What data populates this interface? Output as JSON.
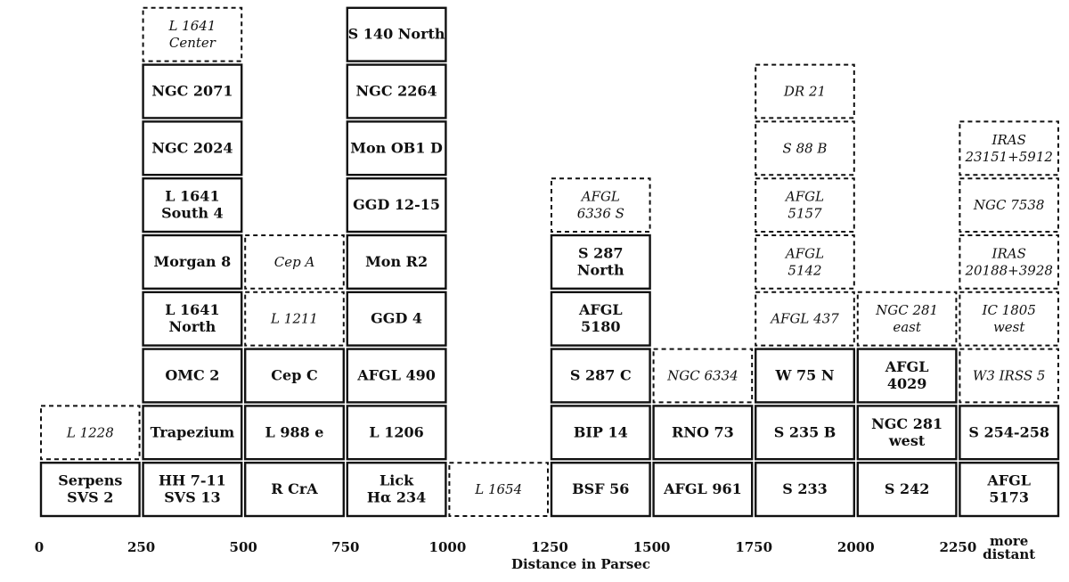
{
  "chart_data": {
    "type": "table",
    "xlabel": "Distance in Parsec",
    "x_ticks": [
      "0",
      "250",
      "500",
      "750",
      "1000",
      "1250",
      "1500",
      "1750",
      "2000",
      "2250"
    ],
    "last_column_label": [
      "more",
      "distant"
    ],
    "columns": [
      {
        "bin": "0-250",
        "objects": [
          {
            "label": [
              "Serpens",
              "SVS 2"
            ],
            "dashed": false
          },
          {
            "label": [
              "L 1228"
            ],
            "dashed": true
          }
        ]
      },
      {
        "bin": "250-500",
        "objects": [
          {
            "label": [
              "HH 7-11",
              "SVS 13"
            ],
            "dashed": false
          },
          {
            "label": [
              "Trapezium"
            ],
            "dashed": false
          },
          {
            "label": [
              "OMC 2"
            ],
            "dashed": false
          },
          {
            "label": [
              "L 1641",
              "North"
            ],
            "dashed": false
          },
          {
            "label": [
              "Morgan 8"
            ],
            "dashed": false
          },
          {
            "label": [
              "L 1641",
              "South 4"
            ],
            "dashed": false
          },
          {
            "label": [
              "NGC 2024"
            ],
            "dashed": false
          },
          {
            "label": [
              "NGC 2071"
            ],
            "dashed": false
          },
          {
            "label": [
              "L 1641",
              "Center"
            ],
            "dashed": true
          }
        ]
      },
      {
        "bin": "500-750",
        "objects": [
          {
            "label": [
              "R CrA"
            ],
            "dashed": false
          },
          {
            "label": [
              "L 988 e"
            ],
            "dashed": false
          },
          {
            "label": [
              "Cep C"
            ],
            "dashed": false
          },
          {
            "label": [
              "L 1211"
            ],
            "dashed": true
          },
          {
            "label": [
              "Cep A"
            ],
            "dashed": true
          }
        ]
      },
      {
        "bin": "750-1000",
        "objects": [
          {
            "label": [
              "Lick",
              "Hα 234"
            ],
            "dashed": false
          },
          {
            "label": [
              "L 1206"
            ],
            "dashed": false
          },
          {
            "label": [
              "AFGL 490"
            ],
            "dashed": false
          },
          {
            "label": [
              "GGD 4"
            ],
            "dashed": false
          },
          {
            "label": [
              "Mon R2"
            ],
            "dashed": false
          },
          {
            "label": [
              "GGD 12-15"
            ],
            "dashed": false
          },
          {
            "label": [
              "Mon OB1 D"
            ],
            "dashed": false
          },
          {
            "label": [
              "NGC 2264"
            ],
            "dashed": false
          },
          {
            "label": [
              "S 140 North"
            ],
            "dashed": false
          }
        ]
      },
      {
        "bin": "1000-1250",
        "objects": [
          {
            "label": [
              "L 1654"
            ],
            "dashed": true
          }
        ]
      },
      {
        "bin": "1250-1500",
        "objects": [
          {
            "label": [
              "BSF 56"
            ],
            "dashed": false
          },
          {
            "label": [
              "BIP 14"
            ],
            "dashed": false
          },
          {
            "label": [
              "S 287 C"
            ],
            "dashed": false
          },
          {
            "label": [
              "AFGL",
              "5180"
            ],
            "dashed": false
          },
          {
            "label": [
              "S 287",
              "North"
            ],
            "dashed": false
          },
          {
            "label": [
              "AFGL",
              "6336 S"
            ],
            "dashed": true
          }
        ]
      },
      {
        "bin": "1500-1750",
        "objects": [
          {
            "label": [
              "AFGL 961"
            ],
            "dashed": false
          },
          {
            "label": [
              "RNO 73"
            ],
            "dashed": false
          },
          {
            "label": [
              "NGC 6334"
            ],
            "dashed": true
          }
        ]
      },
      {
        "bin": "1750-2000",
        "objects": [
          {
            "label": [
              "S 233"
            ],
            "dashed": false
          },
          {
            "label": [
              "S 235 B"
            ],
            "dashed": false
          },
          {
            "label": [
              "W 75 N"
            ],
            "dashed": false
          },
          {
            "label": [
              "AFGL 437"
            ],
            "dashed": true
          },
          {
            "label": [
              "AFGL",
              "5142"
            ],
            "dashed": true
          },
          {
            "label": [
              "AFGL",
              "5157"
            ],
            "dashed": true
          },
          {
            "label": [
              "S 88 B"
            ],
            "dashed": true
          },
          {
            "label": [
              "DR 21"
            ],
            "dashed": true
          }
        ]
      },
      {
        "bin": "2000-2250",
        "objects": [
          {
            "label": [
              "S 242"
            ],
            "dashed": false
          },
          {
            "label": [
              "NGC 281",
              "west"
            ],
            "dashed": false
          },
          {
            "label": [
              "AFGL",
              "4029"
            ],
            "dashed": false
          },
          {
            "label": [
              "NGC 281",
              "east"
            ],
            "dashed": true
          }
        ]
      },
      {
        "bin": "more distant",
        "objects": [
          {
            "label": [
              "AFGL",
              "5173"
            ],
            "dashed": false
          },
          {
            "label": [
              "S 254-258"
            ],
            "dashed": false
          },
          {
            "label": [
              "W3 IRSS 5"
            ],
            "dashed": true
          },
          {
            "label": [
              "IC 1805",
              "west"
            ],
            "dashed": true
          },
          {
            "label": [
              "IRAS",
              "20188+3928"
            ],
            "dashed": true
          },
          {
            "label": [
              "NGC 7538"
            ],
            "dashed": true
          },
          {
            "label": [
              "IRAS",
              "23151+5912"
            ],
            "dashed": true
          }
        ]
      }
    ]
  }
}
